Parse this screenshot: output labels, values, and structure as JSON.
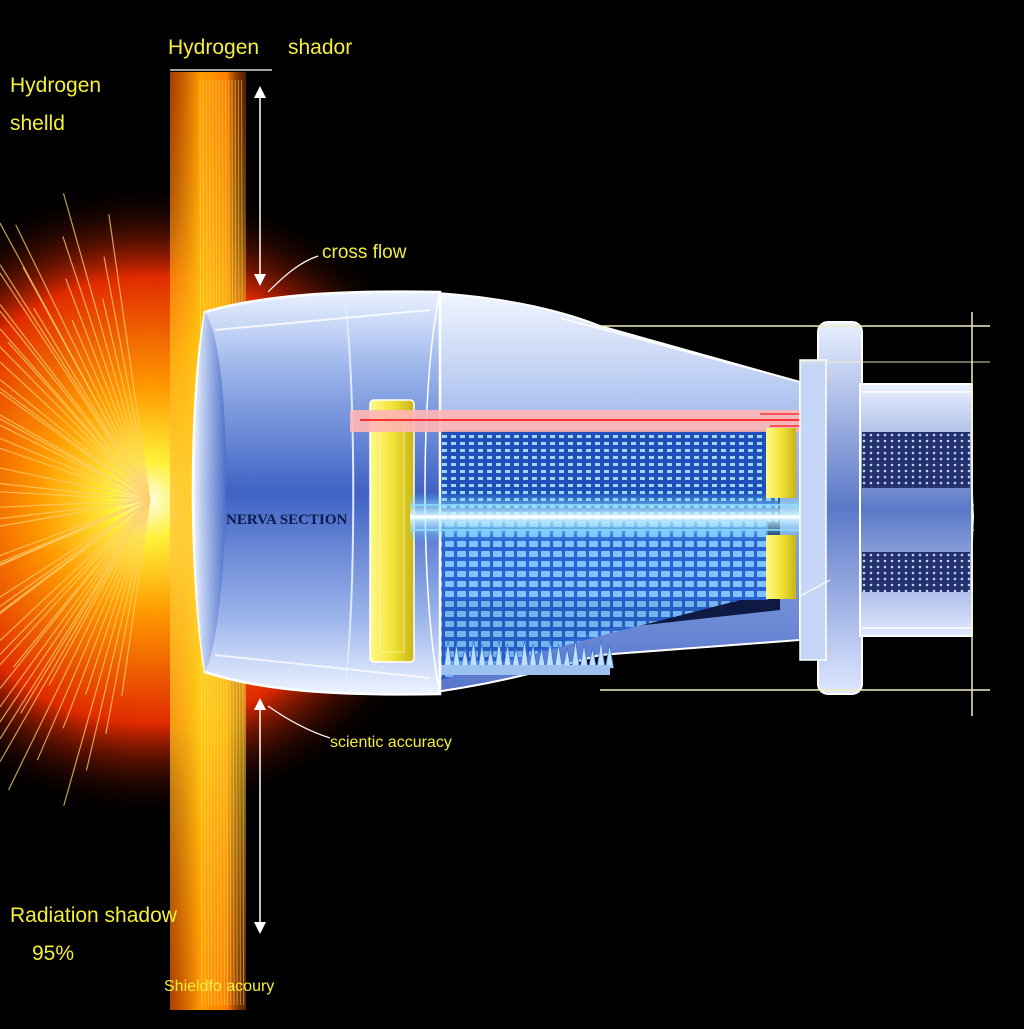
{
  "labels": {
    "top_left_title": "Hydrogen",
    "top_left_subtitle": "shelld",
    "top_center_a": "Hydrogen",
    "top_center_b": "shador",
    "cross_flow": "cross flow",
    "nerva_section": "NERVA SECTION",
    "scientific_accuracy": "scientic accuracy",
    "radiation_shadow": "Radiation shadow",
    "radiation_percent": "95%",
    "bottom_caption": "Shieldfo acoury"
  },
  "colors": {
    "background": "#000000",
    "label_yellow": "#f4ee3a",
    "radiation_core": "#fff23a",
    "radiation_outer": "#ff2a00",
    "shield_band": "#ffb000",
    "engine_body": "#5a7fd0",
    "engine_highlight": "#e8f0ff",
    "beam_blue": "#48c8ff",
    "beam_red": "#ff3030",
    "ring_yellow": "#f2e43a"
  },
  "icons": {
    "radiation_burst": "radiation-burst-icon",
    "dimension_arrow": "double-arrow-icon"
  }
}
